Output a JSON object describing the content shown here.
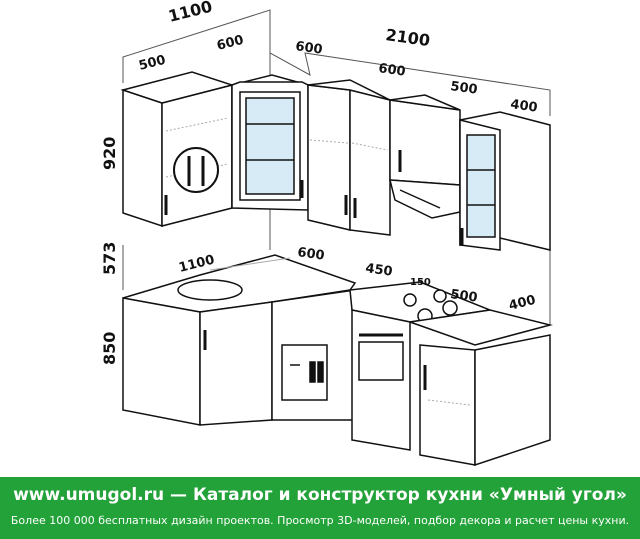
{
  "dimensions": {
    "top_left_width": "1100",
    "top_right_width": "2100",
    "upper_500_left": "500",
    "upper_600_a": "600",
    "upper_600_b": "600",
    "upper_600_c": "600",
    "upper_500_right": "500",
    "upper_400": "400",
    "height_upper": "920",
    "height_backsplash": "573",
    "height_base": "850",
    "counter_1100": "1100",
    "counter_600": "600",
    "counter_450": "450",
    "counter_150": "150",
    "counter_500": "500",
    "counter_400": "400"
  },
  "banner": {
    "title": "www.umugol.ru — Каталог и конструктор кухни «Умный угол»",
    "subtitle": "Более 100 000 бесплатных дизайн проектов. Просмотр 3D-моделей, подбор декора и расчет цены кухни."
  },
  "colors": {
    "banner_bg": "#22a238",
    "line": "#111111"
  }
}
